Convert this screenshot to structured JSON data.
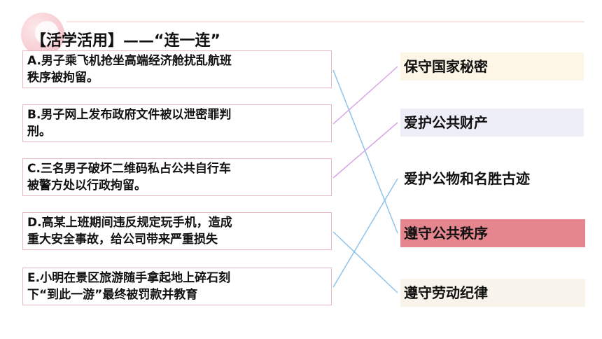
{
  "title": "【活学活用】——“连一连”",
  "left_items": [
    {
      "line1": "A.男子乘飞机抢坐高端经济舱扰乱航班",
      "line2": "秩序被拘留。"
    },
    {
      "line1": "B.男子网上发布政府文件被以泄密罪判",
      "line2": "刑。"
    },
    {
      "line1": "C.三名男子破坏二维码私占公共自行车",
      "line2": "被警方处以行政拘留。"
    },
    {
      "line1": "D.高某上班期间违反规定玩手机，造成",
      "line2": "重大安全事故，给公司带来严重损失"
    },
    {
      "line1": "E.小明在景区旅游随手拿起地上碎石刻",
      "line2": "下“到此一游”最终被罚款并教育"
    }
  ],
  "right_items": [
    {
      "label": "保守国家秘密",
      "bg": "#fdf6e6"
    },
    {
      "label": "爱护公共财产",
      "bg": "#eeeef8"
    },
    {
      "label": "爱护公物和名胜古迹",
      "bg": "#ffffff"
    },
    {
      "label": "遵守公共秩序",
      "bg": "#e5858d"
    },
    {
      "label": "遵守劳动纪律",
      "bg": "#f8f4ec"
    }
  ],
  "links": [
    {
      "from": 0,
      "to": 3,
      "color": "#8fc3ea"
    },
    {
      "from": 1,
      "to": 0,
      "color": "#d9a4e8"
    },
    {
      "from": 2,
      "to": 1,
      "color": "#d9a4e8"
    },
    {
      "from": 3,
      "to": 4,
      "color": "#8fc3ea"
    },
    {
      "from": 4,
      "to": 2,
      "color": "#8fc3ea"
    }
  ]
}
